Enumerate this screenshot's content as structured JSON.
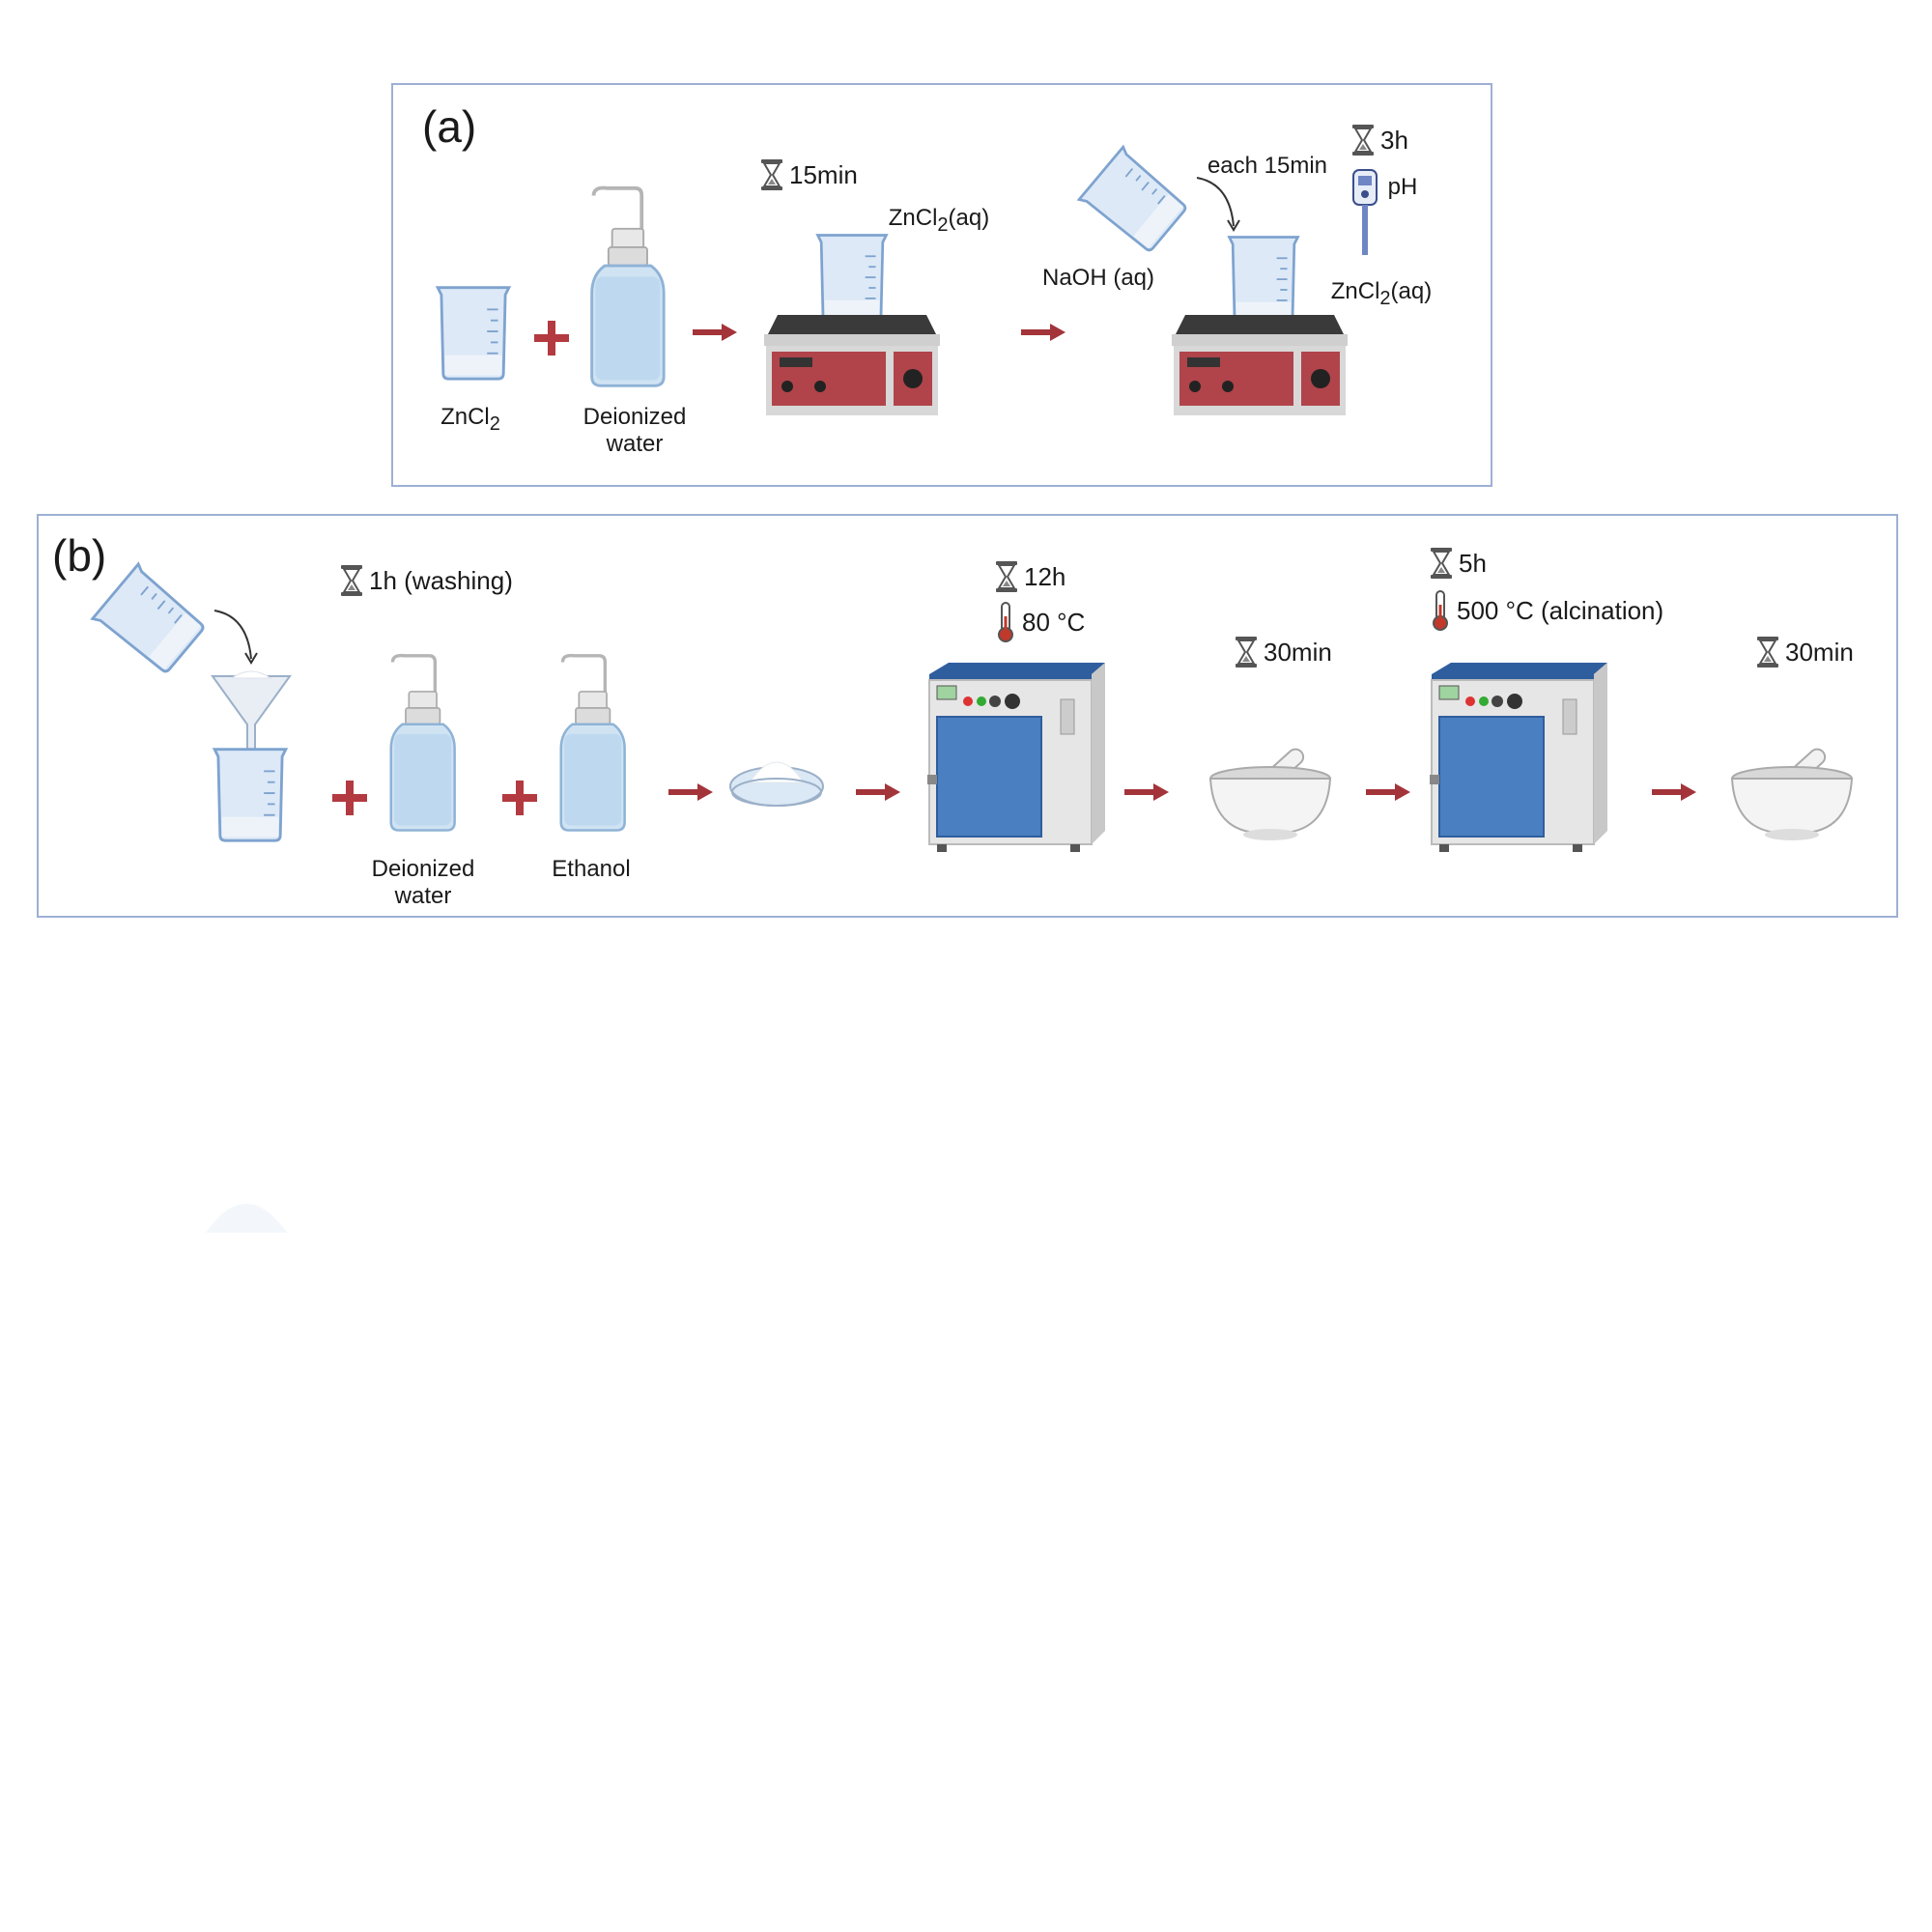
{
  "panel_a": {
    "label": "(a)",
    "zncl2": {
      "prefix": "ZnCl",
      "sub": "2"
    },
    "water_label": "Deionized water",
    "timer1": "15min",
    "solution1": {
      "prefix": "ZnCl",
      "sub": "2",
      "suffix": "(aq)"
    },
    "naoh_label": "NaOH (aq)",
    "each_label": "each 15min",
    "timer2": "3h",
    "ph_label": "pH",
    "solution2": {
      "prefix": "ZnCl",
      "sub": "2",
      "suffix": "(aq)"
    }
  },
  "panel_b": {
    "label": "(b)",
    "washing_timer": "1h (washing)",
    "water_label": "Deionized water",
    "ethanol_label": "Ethanol",
    "dry_timer": "12h",
    "dry_temp": "80 °C",
    "grind1_timer": "30min",
    "calc_timer": "5h",
    "calc_temp": "500 °C (alcination)",
    "grind2_timer": "30min"
  },
  "colors": {
    "border": "#9db0d4",
    "arrow": "#a3343a",
    "plus": "#b23a40",
    "liquid": "#c9e0f5",
    "oven_door": "#4a7fc1",
    "hotplate": "#b0444a"
  },
  "icons": [
    "hourglass-icon",
    "thermometer-icon",
    "beaker-icon",
    "wash-bottle-icon",
    "hotplate-icon",
    "ph-meter-icon",
    "funnel-icon",
    "petri-dish-icon",
    "oven-icon",
    "mortar-pestle-icon"
  ]
}
